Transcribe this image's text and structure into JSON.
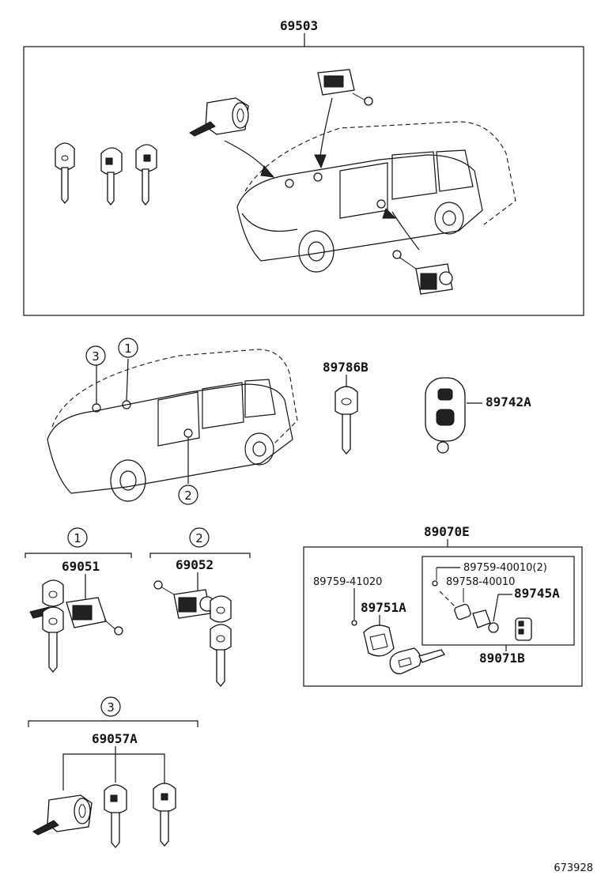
{
  "labels": {
    "top_assembly": "69503",
    "key_89786b": "89786B",
    "remote_89742a": "89742A",
    "kit_89070e": "89070E",
    "part_69051": "69051",
    "part_69052": "69052",
    "screw_89759_41020": "89759-41020",
    "screw_89759_40010": "89759-40010(2)",
    "cover_89758_40010": "89758-40010",
    "battery_89745a": "89745A",
    "case_89751a": "89751A",
    "transmitter_89071b": "89071B",
    "part_69057a": "69057A",
    "ref_number": "673928"
  },
  "callouts": {
    "c1": "1",
    "c2": "2",
    "c3": "3"
  }
}
